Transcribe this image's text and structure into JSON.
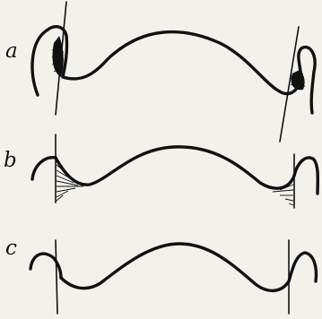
{
  "figure": {
    "panels": [
      {
        "label": "a",
        "shading": "inner-corners"
      },
      {
        "label": "b",
        "shading": "outer-corners"
      },
      {
        "label": "c",
        "shading": "none"
      }
    ],
    "colors": {
      "ink": "#111111",
      "paper": "#f3f1ec"
    }
  }
}
